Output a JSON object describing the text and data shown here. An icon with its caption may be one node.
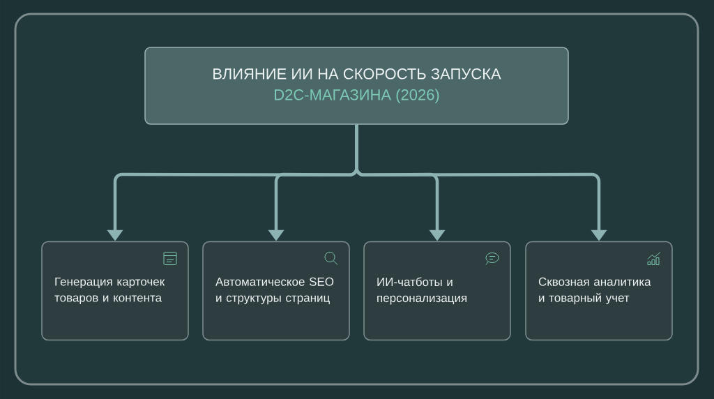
{
  "diagram": {
    "nodes": [
      {
        "text": [
          "ВЛИЯНИЕ ИИ НА СКОРОСТЬ ЗАПУСКА",
          "D2C-МАГАЗИНА (2026)"
        ]
      },
      {
        "text": [
          "Генерация карточек товаров и контента"
        ]
      },
      {
        "text": [
          "Автоматическое SEO и структуры страниц"
        ]
      },
      {
        "text": [
          "ИИ-чатботы и персонализация"
        ]
      },
      {
        "text": [
          "Сквозная аналитика и товарный учет"
        ]
      }
    ],
    "edges": [
      {
        "from": 0,
        "to": 1,
        "arrow": "to"
      },
      {
        "from": 0,
        "to": 2,
        "arrow": "to"
      },
      {
        "from": 0,
        "to": 3,
        "arrow": "to"
      },
      {
        "from": 0,
        "to": 4,
        "arrow": "to"
      }
    ]
  }
}
